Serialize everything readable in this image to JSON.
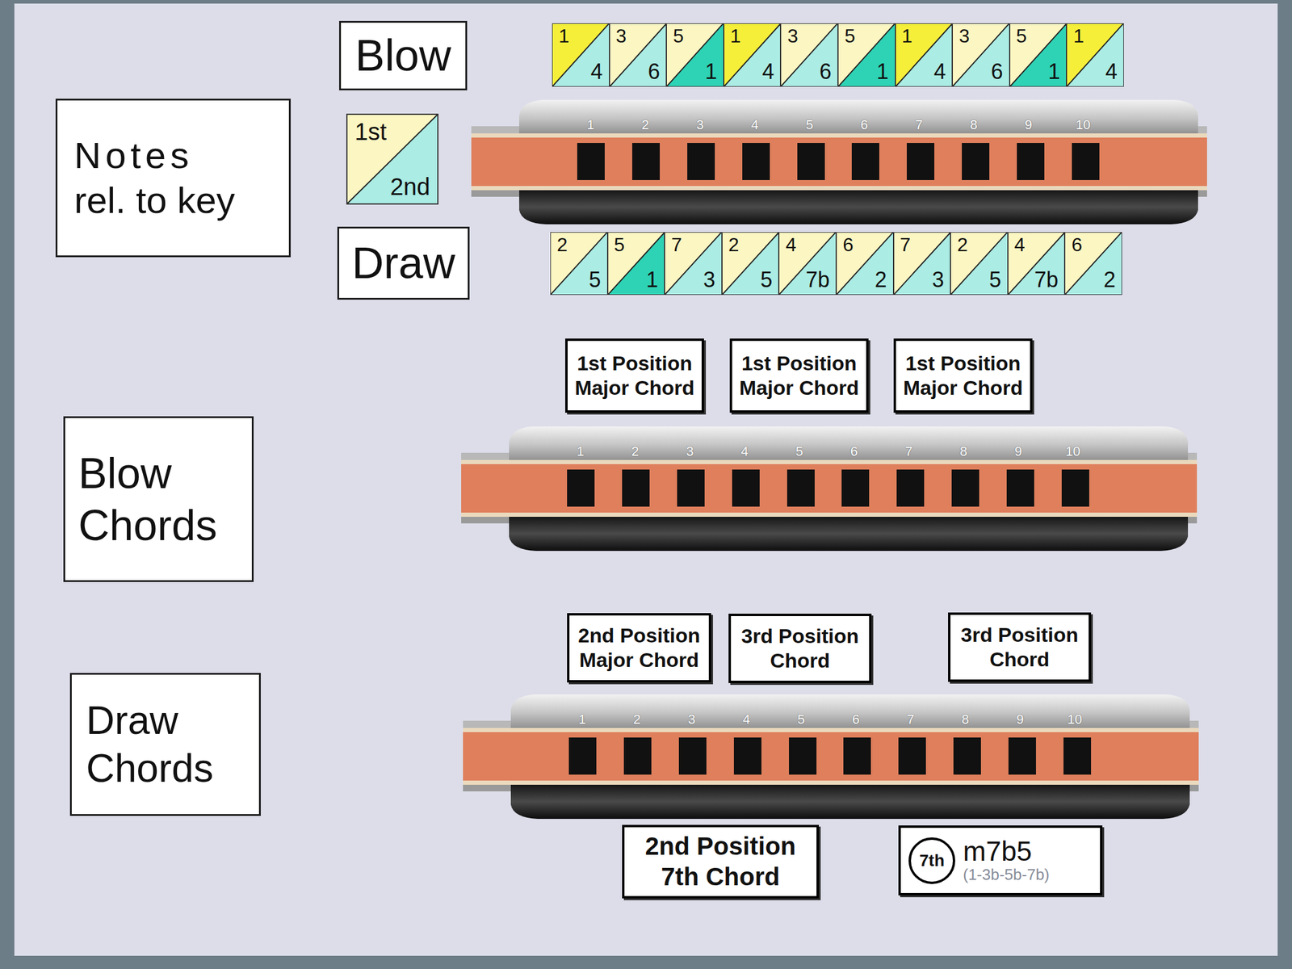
{
  "diagram": {
    "nodes": [
      {
        "text": [
          "Blow"
        ]
      },
      {
        "text": [
          "1",
          "4"
        ]
      },
      {
        "text": [
          "3",
          "6"
        ]
      },
      {
        "text": [
          "5",
          "1"
        ]
      },
      {
        "text": [
          "1",
          "4"
        ]
      },
      {
        "text": [
          "3",
          "6"
        ]
      },
      {
        "text": [
          "5",
          "1"
        ]
      },
      {
        "text": [
          "1",
          "4"
        ]
      },
      {
        "text": [
          "3",
          "6"
        ]
      },
      {
        "text": [
          "5",
          "1"
        ]
      },
      {
        "text": [
          "1",
          "4"
        ]
      },
      {
        "text": [
          "Notes rel. to key"
        ]
      },
      {
        "text": [
          "1st",
          "2nd"
        ]
      },
      {
        "text": [
          "Draw"
        ]
      },
      {
        "text": [
          "2",
          "5"
        ]
      },
      {
        "text": [
          "5",
          "1"
        ]
      },
      {
        "text": [
          "7",
          "3"
        ]
      },
      {
        "text": [
          "2",
          "5"
        ]
      },
      {
        "text": [
          "4",
          "7b"
        ]
      },
      {
        "text": [
          "6",
          "2"
        ]
      },
      {
        "text": [
          "7",
          "3"
        ]
      },
      {
        "text": [
          "2",
          "5"
        ]
      },
      {
        "text": [
          "4",
          "7b"
        ]
      },
      {
        "text": [
          "6",
          "2"
        ]
      },
      {
        "text": [
          "1st Position Major Chord"
        ]
      },
      {
        "text": [
          "1st Position Major Chord"
        ]
      },
      {
        "text": [
          "1st Position Major Chord"
        ]
      },
      {
        "text": [
          "Blow Chords"
        ]
      },
      {
        "text": [
          "2nd Position Major Chord"
        ]
      },
      {
        "text": [
          "3rd Position Chord"
        ]
      },
      {
        "text": [
          "3rd Position Chord"
        ]
      },
      {
        "text": [
          "Draw Chords"
        ]
      },
      {
        "text": [
          "2nd Position 7th Chord"
        ]
      },
      {
        "text": [
          "m7b5",
          "(1-3b-5b-7b)"
        ]
      },
      {
        "text": [
          "7th"
        ],
        "in": 33
      }
    ],
    "labels": [
      "1",
      "2",
      "3",
      "4",
      "5",
      "6",
      "7",
      "8",
      "9",
      "10",
      "1",
      "2",
      "3",
      "4",
      "5",
      "6",
      "7",
      "8",
      "9",
      "10",
      "1",
      "2",
      "3",
      "4",
      "5",
      "6",
      "7",
      "8",
      "9",
      "10"
    ]
  }
}
